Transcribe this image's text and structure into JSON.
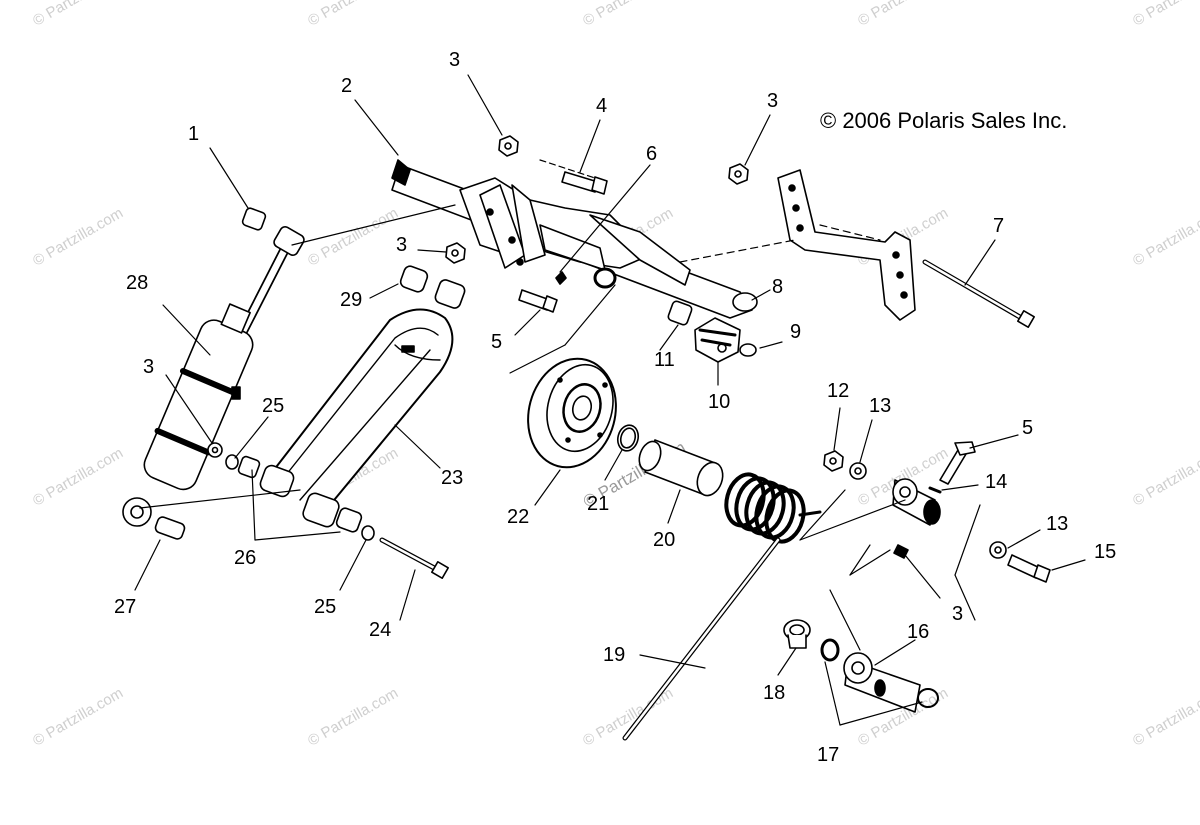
{
  "copyright": "© 2006 Polaris Sales Inc.",
  "watermark": "© Partzilla.com",
  "colors": {
    "line": "#000000",
    "watermark": "#cfcfcf",
    "background": "#ffffff"
  },
  "callouts": {
    "c1": "1",
    "c2": "2",
    "c3a": "3",
    "c3b": "3",
    "c3c": "3",
    "c3d": "3",
    "c3e": "3",
    "c4": "4",
    "c5a": "5",
    "c5b": "5",
    "c6": "6",
    "c7": "7",
    "c8": "8",
    "c9": "9",
    "c10": "10",
    "c11": "11",
    "c12": "12",
    "c13a": "13",
    "c13b": "13",
    "c14": "14",
    "c15": "15",
    "c16": "16",
    "c17": "17",
    "c18": "18",
    "c19": "19",
    "c20": "20",
    "c21": "21",
    "c22": "22",
    "c23": "23",
    "c24": "24",
    "c25a": "25",
    "c25b": "25",
    "c26": "26",
    "c27": "27",
    "c28": "28",
    "c29": "29"
  }
}
